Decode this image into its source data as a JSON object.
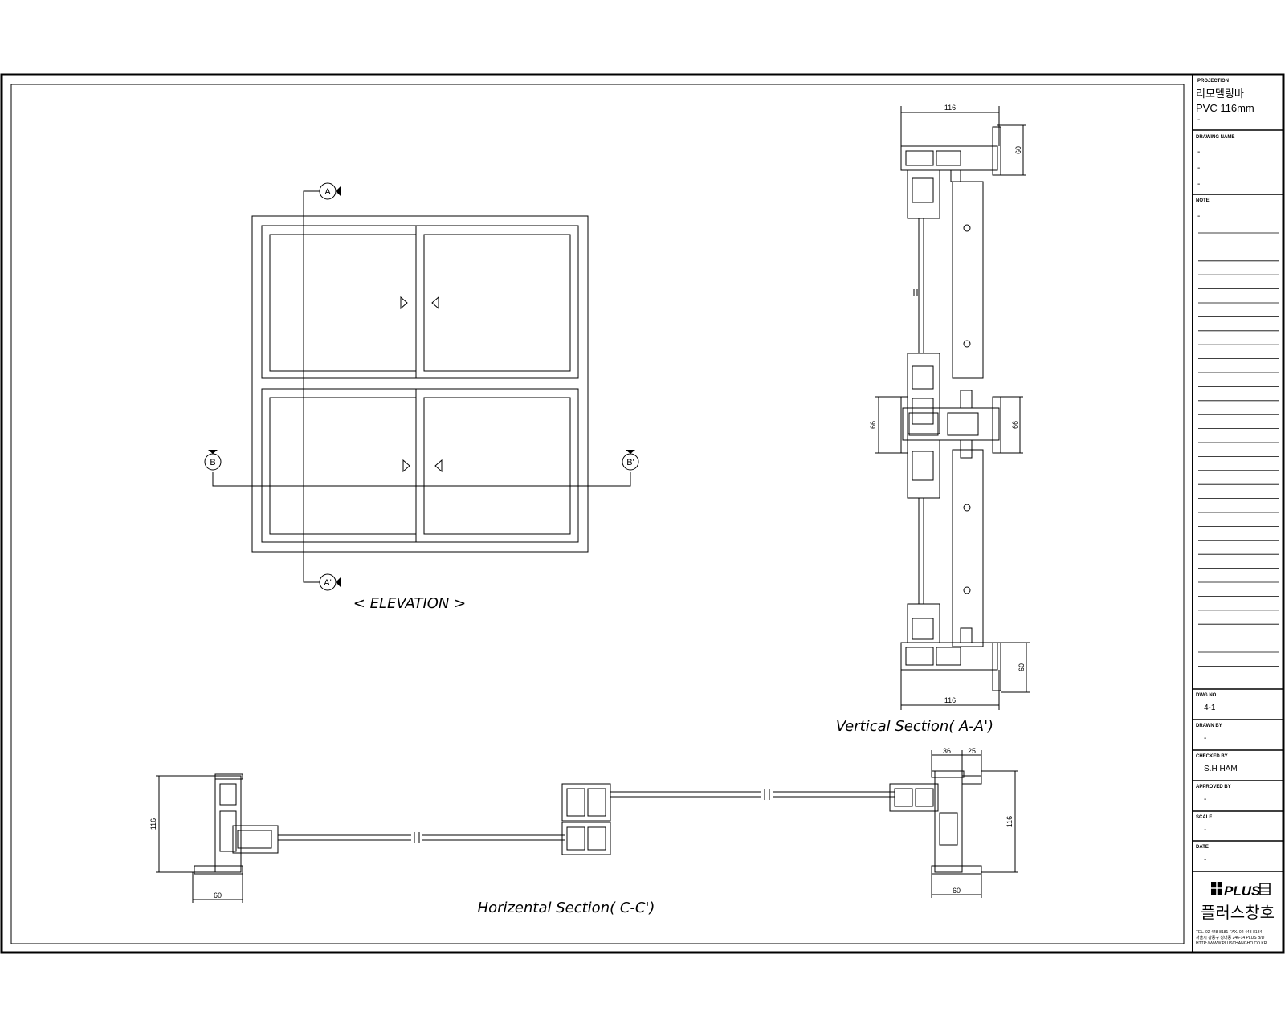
{
  "title_block": {
    "projection_label": "PROJECTION",
    "projection_line1": "리모델링바",
    "projection_line2": "PVC 116mm",
    "projection_line3": "-",
    "drawing_name_label": "DRAWING NAME",
    "drawing_name_lines": [
      "-",
      "-",
      "-"
    ],
    "note_label": "NOTE",
    "note_value": "-",
    "dwg_no_label": "DWG NO.",
    "dwg_no_value": "4-1",
    "drawn_by_label": "DRAWN BY",
    "drawn_by_value": "-",
    "checked_by_label": "CHECKED BY",
    "checked_by_value": "S.H  HAM",
    "approved_by_label": "APPROVED BY",
    "approved_by_value": "-",
    "scale_label": "SCALE",
    "scale_value": "-",
    "date_label": "DATE",
    "date_value": "-",
    "company_logo": "PLUS",
    "company_name": "플러스창호",
    "contact_line1": "TEL. 02-448-8181  FAX. 02-448-8184",
    "contact_line2": "서울시 강동구 성내동 246-14 PLUS B/D",
    "contact_line3": "HTTP://WWW.PLUSCHANGHO.CO.KR"
  },
  "elevation": {
    "caption": "< ELEVATION >",
    "marker_a": "A",
    "marker_a_prime": "A'",
    "marker_b": "B",
    "marker_b_prime": "B'"
  },
  "vertical_section": {
    "caption": "Vertical Section( A-A')",
    "dim_top_width": "116",
    "dim_top_height": "60",
    "dim_mid_left": "66",
    "dim_mid_right": "66",
    "dim_bottom_height": "60",
    "dim_bottom_width": "116"
  },
  "horizontal_section": {
    "caption": "Horizental Section( C-C')",
    "dim_left_height": "116",
    "dim_left_width": "60",
    "dim_right_a": "36",
    "dim_right_b": "25",
    "dim_right_height": "116",
    "dim_right_width": "60"
  }
}
